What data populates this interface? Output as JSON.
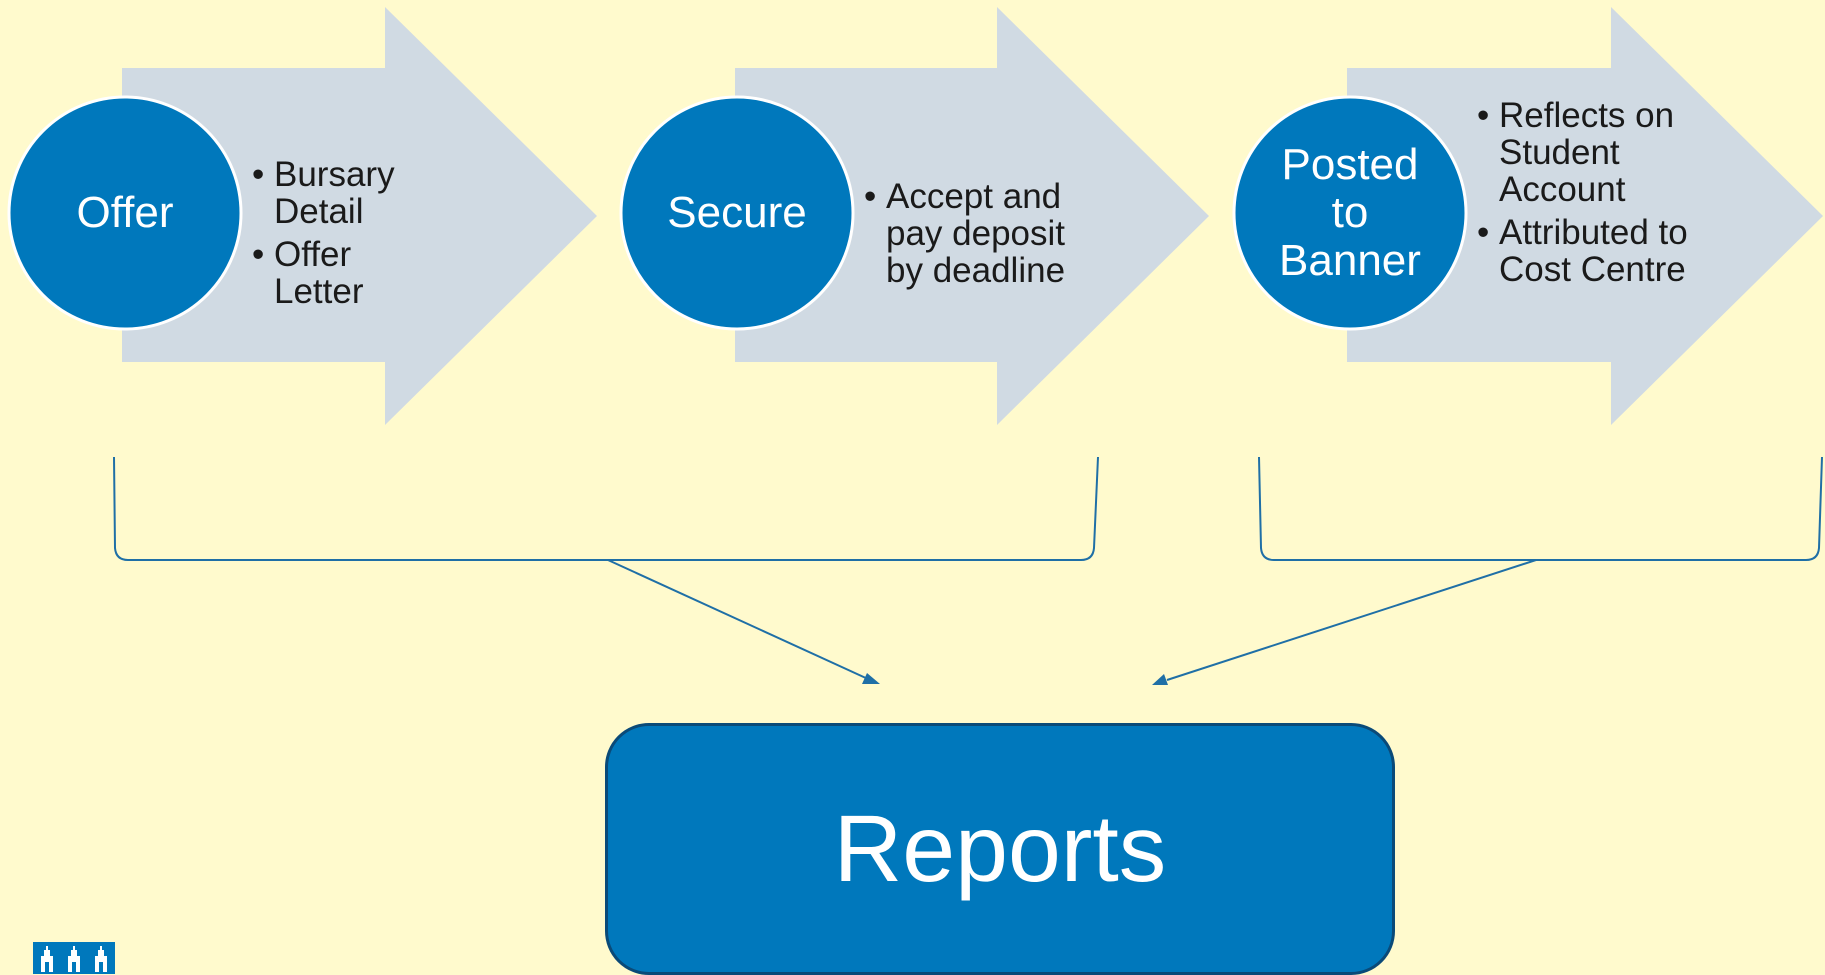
{
  "colors": {
    "background": "#FFFACD",
    "arrow_fill": "#D0DAE3",
    "circle_fill": "#0078BC",
    "connector": "#1F6FA6"
  },
  "steps": [
    {
      "label": "Offer",
      "bullets": [
        "Bursary Detail",
        "Offer Letter"
      ]
    },
    {
      "label": "Secure",
      "bullets": [
        "Accept and pay deposit by deadline"
      ]
    },
    {
      "label": "Posted\nto\nBanner",
      "bullets": [
        "Reflects on Student Account",
        "Attributed to Cost Centre"
      ]
    }
  ],
  "reports": {
    "label": "Reports"
  },
  "logo": {
    "icon": "university-crest-icon"
  }
}
